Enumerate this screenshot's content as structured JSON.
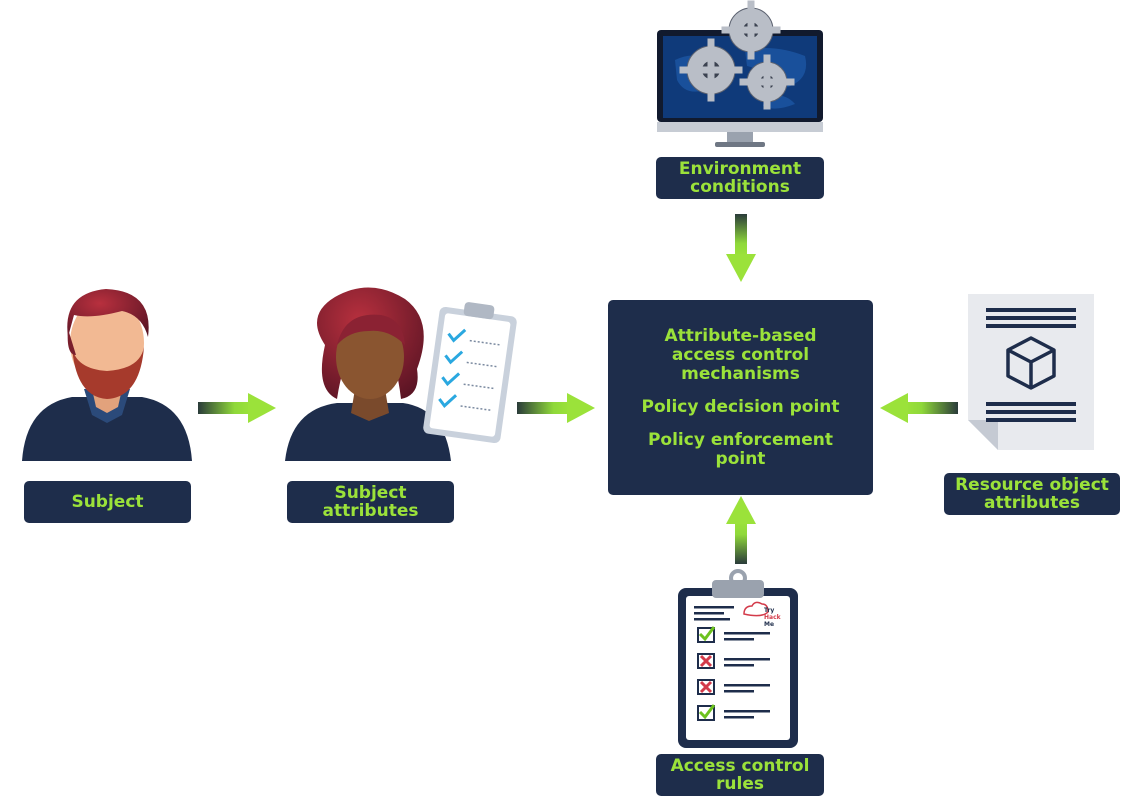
{
  "labels": {
    "subject": "Subject",
    "subject_attributes": "Subject\nattributes",
    "environment_conditions": "Environment\nconditions",
    "resource_object_attributes": "Resource object\nattributes",
    "access_control_rules": "Access control\nrules"
  },
  "center": {
    "mechanisms": "Attribute-based\naccess control\nmechanisms",
    "decision_point": "Policy decision point",
    "enforcement_point": "Policy enforcement\npoint"
  },
  "logo": {
    "line1": "Try",
    "line2": "Hack",
    "line3": "Me"
  },
  "colors": {
    "navy": "#1e2d4b",
    "green": "#9be23a"
  }
}
